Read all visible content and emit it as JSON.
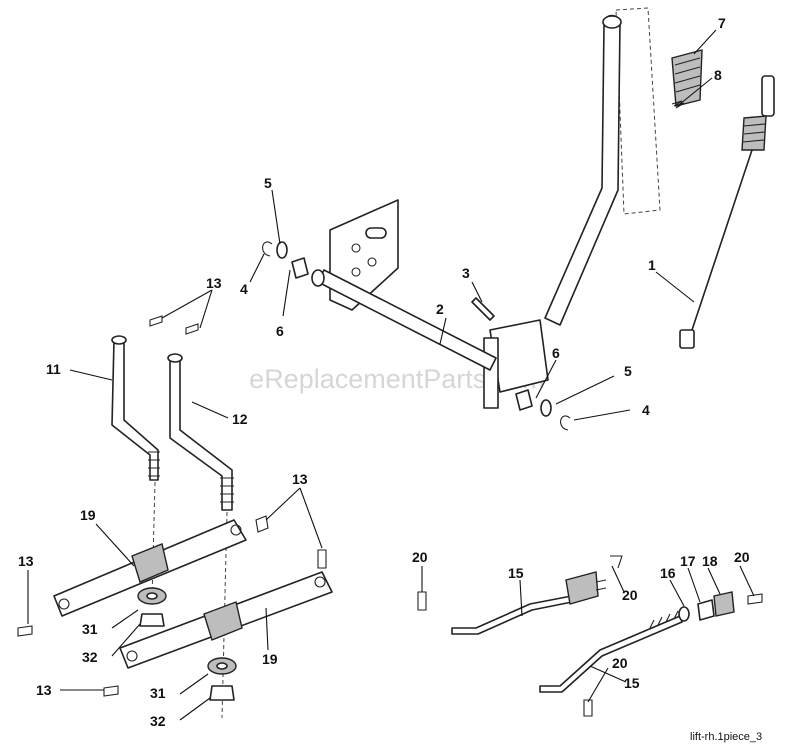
{
  "watermark": "eReplacementParts.com",
  "diagram_code": "lift-rh.1piece_3",
  "callouts": [
    {
      "id": "c1",
      "label": "1"
    },
    {
      "id": "c2",
      "label": "2"
    },
    {
      "id": "c3",
      "label": "3"
    },
    {
      "id": "c4a",
      "label": "4"
    },
    {
      "id": "c4b",
      "label": "4"
    },
    {
      "id": "c5a",
      "label": "5"
    },
    {
      "id": "c5b",
      "label": "5"
    },
    {
      "id": "c6a",
      "label": "6"
    },
    {
      "id": "c6b",
      "label": "6"
    },
    {
      "id": "c7",
      "label": "7"
    },
    {
      "id": "c8",
      "label": "8"
    },
    {
      "id": "c11",
      "label": "11"
    },
    {
      "id": "c12",
      "label": "12"
    },
    {
      "id": "c13a",
      "label": "13"
    },
    {
      "id": "c13b",
      "label": "13"
    },
    {
      "id": "c13c",
      "label": "13"
    },
    {
      "id": "c13d",
      "label": "13"
    },
    {
      "id": "c15a",
      "label": "15"
    },
    {
      "id": "c15b",
      "label": "15"
    },
    {
      "id": "c16",
      "label": "16"
    },
    {
      "id": "c17",
      "label": "17"
    },
    {
      "id": "c18",
      "label": "18"
    },
    {
      "id": "c19a",
      "label": "19"
    },
    {
      "id": "c19b",
      "label": "19"
    },
    {
      "id": "c20a",
      "label": "20"
    },
    {
      "id": "c20b",
      "label": "20"
    },
    {
      "id": "c20c",
      "label": "20"
    },
    {
      "id": "c20d",
      "label": "20"
    },
    {
      "id": "c31a",
      "label": "31"
    },
    {
      "id": "c31b",
      "label": "31"
    },
    {
      "id": "c32a",
      "label": "32"
    },
    {
      "id": "c32b",
      "label": "32"
    }
  ]
}
